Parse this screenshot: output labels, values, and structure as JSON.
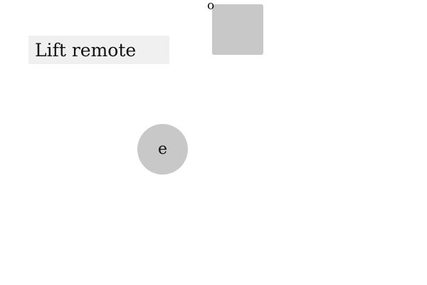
{
  "title_box": {
    "label": "Lift remote"
  },
  "square_target": {
    "marker": "o"
  },
  "circle_target": {
    "label": "e"
  },
  "colors": {
    "background": "#ffffff",
    "title_box": "#f0f0f0",
    "targets": "#c8c8c8",
    "text": "#111111"
  }
}
